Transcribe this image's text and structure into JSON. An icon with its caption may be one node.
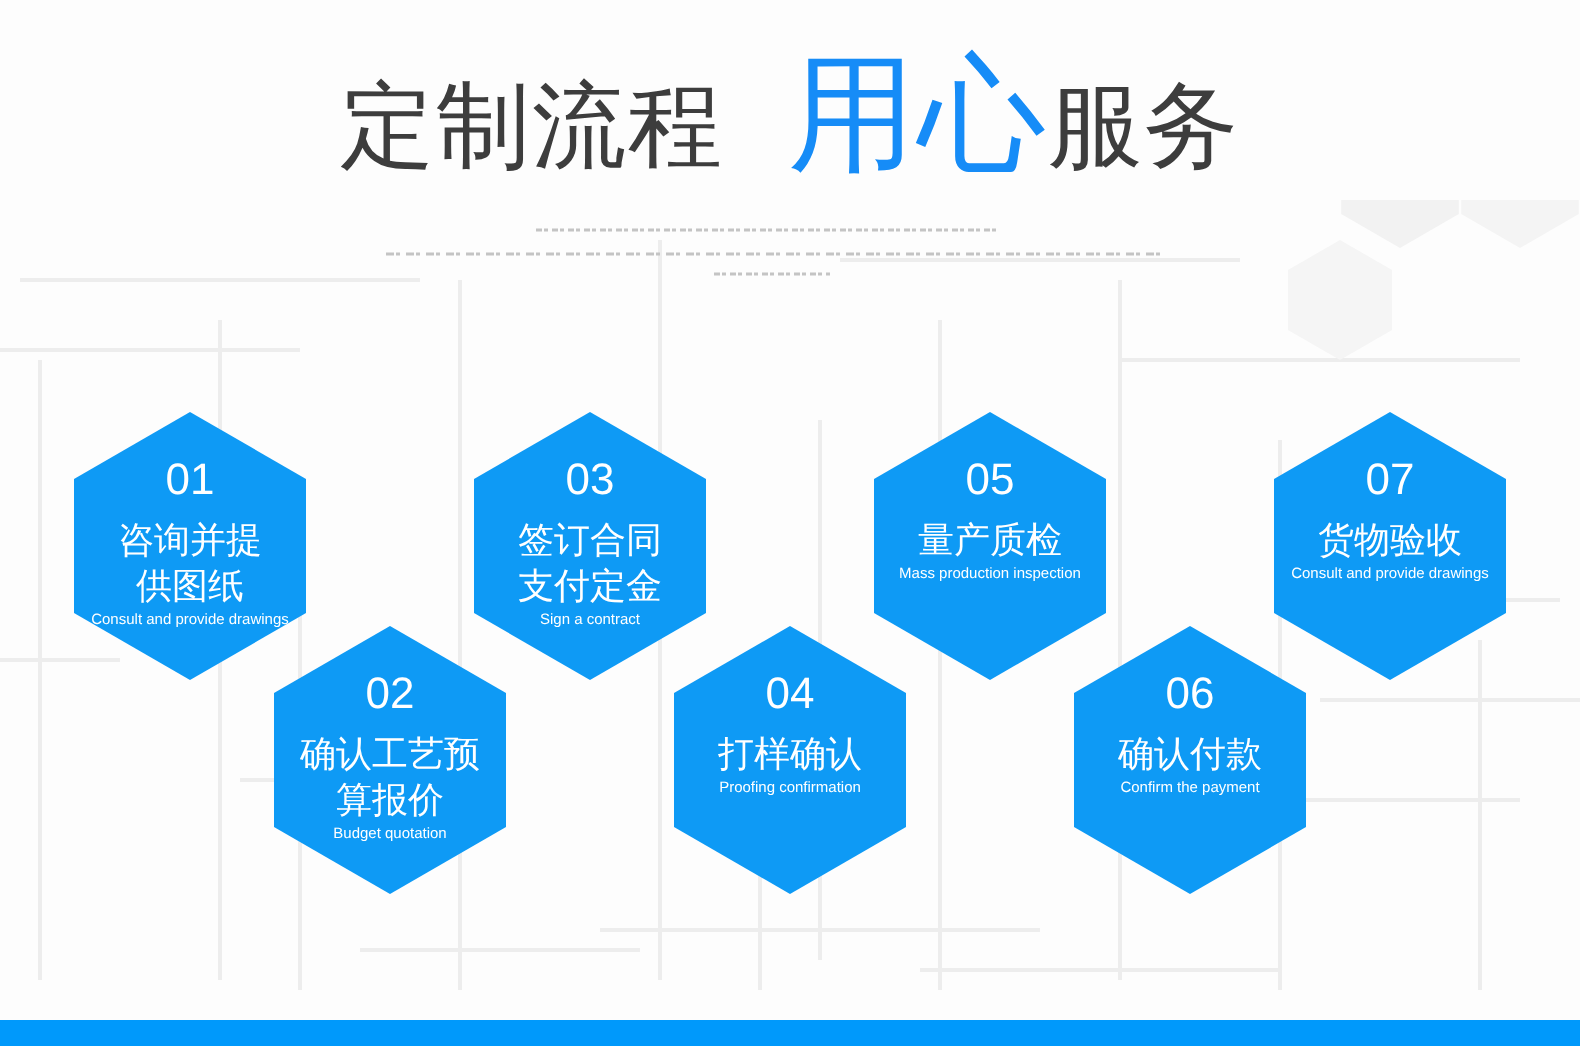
{
  "diagram": {
    "title": "定制流程 **用心**服务",
    "nodes": [
      {
        "text": [
          "01",
          "咨询并提供图纸",
          "Consult and provide drawings"
        ]
      },
      {
        "text": [
          "02",
          "确认工艺预算报价",
          "Budget quotation"
        ]
      },
      {
        "text": [
          "03",
          "签订合同支付定金",
          "Sign a contract"
        ]
      },
      {
        "text": [
          "04",
          "打样确认",
          "Proofing confirmation"
        ]
      },
      {
        "text": [
          "05",
          "量产质检",
          "Mass production inspection"
        ]
      },
      {
        "text": [
          "06",
          "确认付款",
          "Confirm the payment"
        ]
      },
      {
        "text": [
          "07",
          "货物验收",
          "Consult and provide drawings"
        ]
      }
    ]
  }
}
